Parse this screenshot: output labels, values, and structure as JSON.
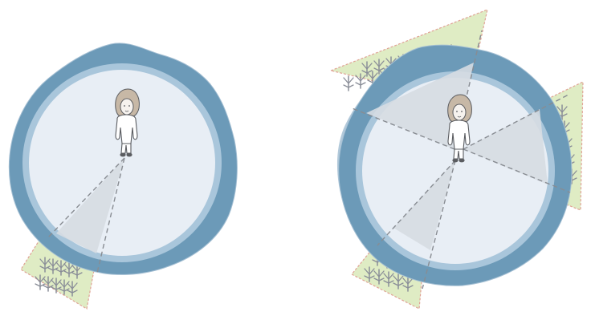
{
  "colors": {
    "background": "#ffffff",
    "water_dark": "#6c9ab8",
    "water_light": "#a4bfd3",
    "ring": "#a9c6db",
    "island_fill": "#e8eef5",
    "view_cone": "#d6dbe2",
    "land": "#dfecc4",
    "land_edge": "#e0a396",
    "tree": "#8a8e98",
    "sight_line": "#888c92",
    "hair": "#c7b8a6",
    "skin": "#f6f2ee",
    "outline": "#5a5c60"
  },
  "icons": {
    "person": "person-top-view-icon",
    "tree": "tree-icon"
  },
  "panels": [
    {
      "name": "single-view-panel",
      "visible_shores": 1,
      "sight_cones": 1
    },
    {
      "name": "multiple-views-panel",
      "visible_shores": 3,
      "sight_cones": 3
    }
  ]
}
